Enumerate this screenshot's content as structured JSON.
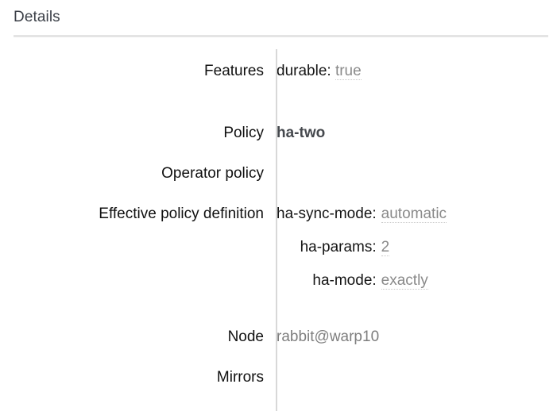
{
  "section": {
    "title": "Details"
  },
  "rows": [
    {
      "label": "Features",
      "kind": "keyvalue",
      "key": "durable:",
      "value": "true"
    },
    {
      "label": "Policy",
      "kind": "policy",
      "value": "ha-two"
    },
    {
      "label": "Operator policy",
      "kind": "empty",
      "value": ""
    },
    {
      "label": "Effective policy definition",
      "kind": "arglist",
      "args": [
        {
          "key": "ha-sync-mode:",
          "value": "automatic"
        },
        {
          "key": "ha-params:",
          "value": "2"
        },
        {
          "key": "ha-mode:",
          "value": "exactly"
        }
      ]
    },
    {
      "label": "Node",
      "kind": "plain",
      "value": "rabbit@warp10"
    },
    {
      "label": "Mirrors",
      "kind": "empty",
      "value": ""
    }
  ],
  "colors": {
    "heading": "#3c4048",
    "rule": "#e4e4e4",
    "divider": "#d8d8d8",
    "label": "#101010",
    "key": "#151515",
    "value_muted": "#8a8a8a",
    "policy_bold": "#46494e",
    "background": "#ffffff"
  }
}
